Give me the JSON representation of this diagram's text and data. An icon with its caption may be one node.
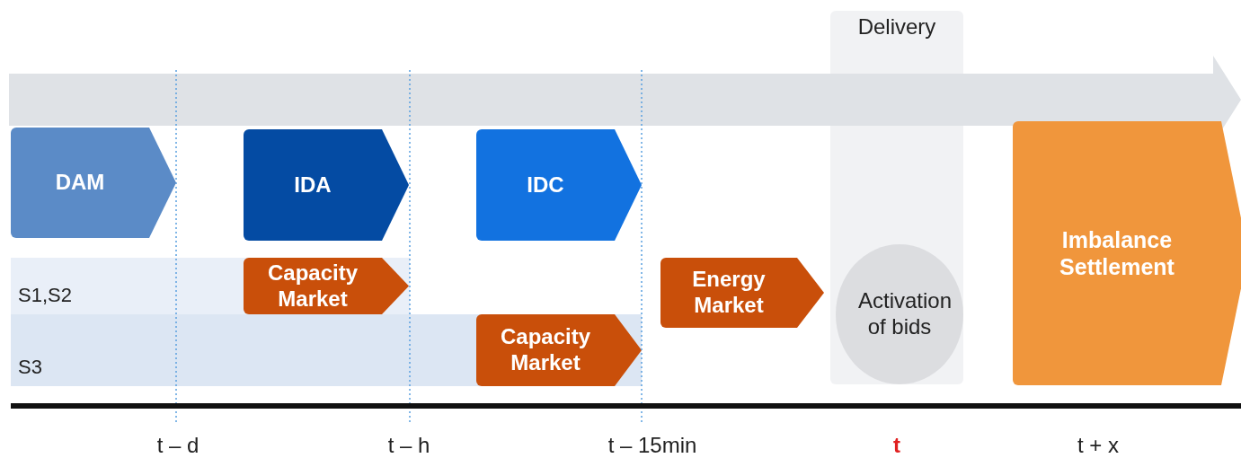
{
  "diagram": {
    "nodes": [
      {
        "text": [
          "Delivery"
        ]
      },
      {
        "text": [
          "DAM"
        ]
      },
      {
        "text": [
          "IDA"
        ]
      },
      {
        "text": [
          "IDC"
        ]
      },
      {
        "text": [
          "S1,S2"
        ]
      },
      {
        "text": [
          "S3"
        ]
      },
      {
        "text": [
          "Capacity Market"
        ],
        "in": 4
      },
      {
        "text": [
          "Capacity Market"
        ],
        "in": 5
      },
      {
        "text": [
          "Energy Market"
        ]
      },
      {
        "text": [
          "Activation of bids"
        ],
        "in": 0
      },
      {
        "text": [
          "Imbalance Settlement"
        ]
      }
    ],
    "edges": [],
    "labels": [
      "t – d",
      "t – h",
      "t – 15min",
      "t",
      "t + x"
    ]
  }
}
